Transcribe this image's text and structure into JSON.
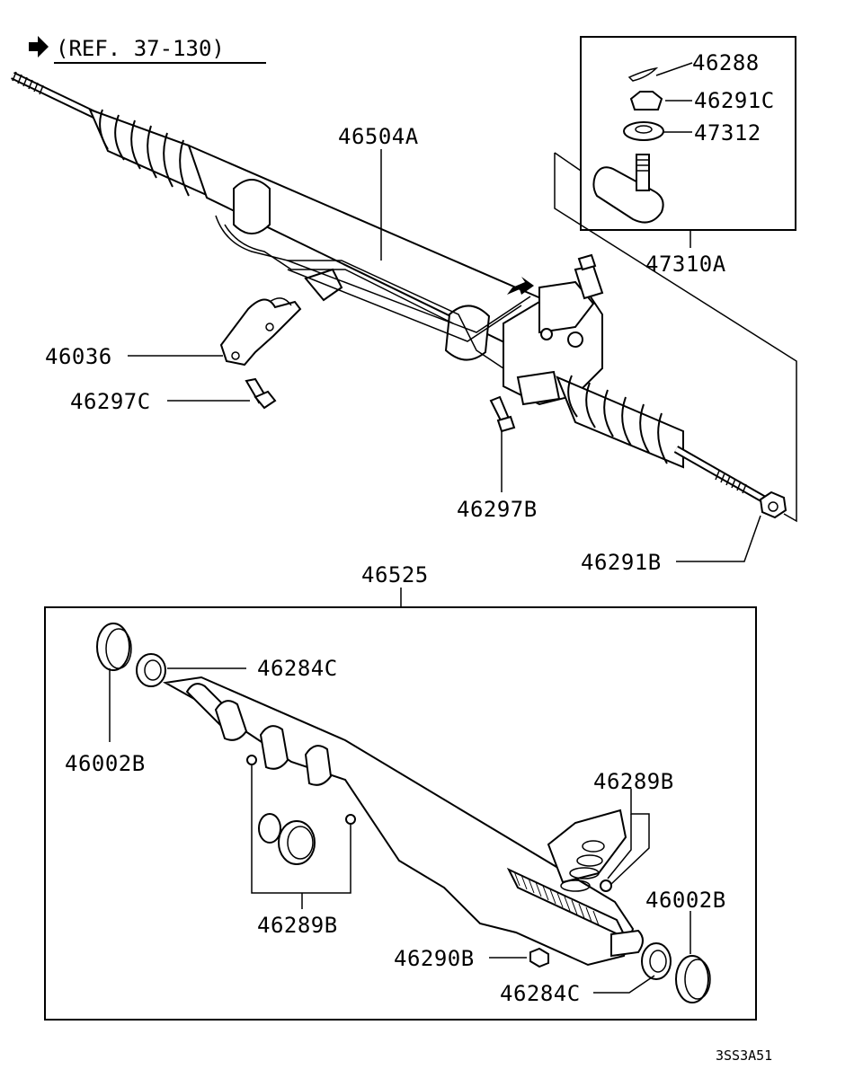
{
  "diagram": {
    "reference": "(REF. 37-130)",
    "code": "3SS3A51",
    "labels": {
      "p46288": "46288",
      "p46291c": "46291C",
      "p47312": "47312",
      "p47310a": "47310A",
      "p46504a": "46504A",
      "p46036": "46036",
      "p46297c": "46297C",
      "p46297b": "46297B",
      "p46291b": "46291B",
      "p46525": "46525",
      "p46284c_top": "46284C",
      "p46002b_left": "46002B",
      "p46289b_right": "46289B",
      "p46289b_left": "46289B",
      "p46002b_right": "46002B",
      "p46290b": "46290B",
      "p46284c_bottom": "46284C"
    }
  }
}
